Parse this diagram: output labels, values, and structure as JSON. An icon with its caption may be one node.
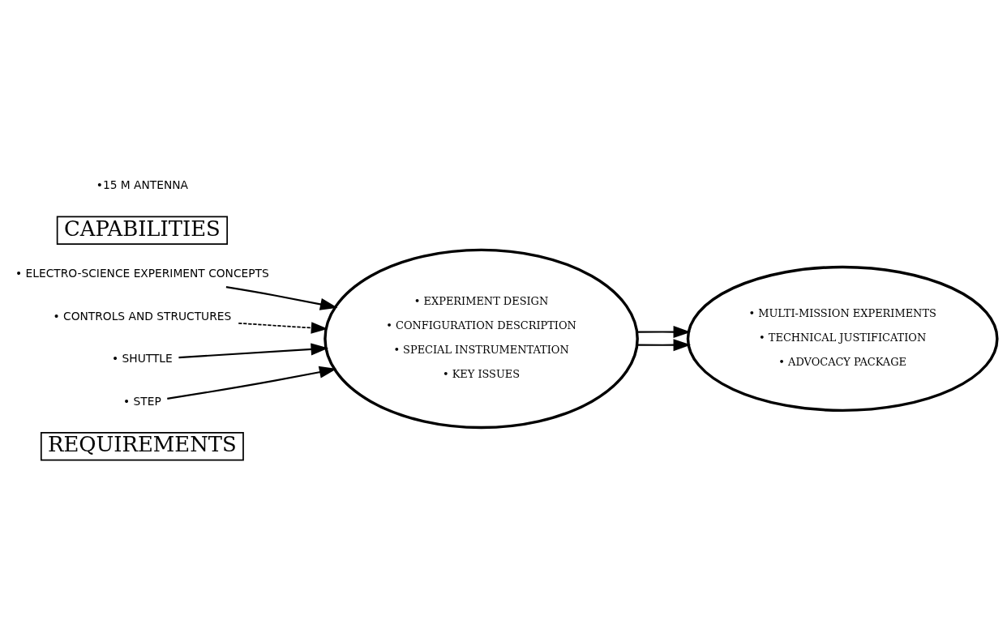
{
  "diagram": {
    "nodes": [
      {
        "text": [
          "REQUIREMENTS"
        ]
      },
      {
        "text": [
          "• ELECTRO-SCIENCE EXPERIMENT CONCEPTS"
        ]
      },
      {
        "text": [
          "• CONTROLS AND STRUCTURES"
        ]
      },
      {
        "text": [
          "CAPABILITIES"
        ]
      },
      {
        "text": [
          "• SHUTTLE"
        ]
      },
      {
        "text": [
          "• STEP"
        ]
      },
      {
        "text": [
          "•15 M ANTENNA"
        ]
      },
      {
        "text": [
          "• EXPERIMENT DESIGN",
          "• CONFIGURATION DESCRIPTION",
          "• SPECIAL INSTRUMENTATION",
          "• KEY ISSUES"
        ]
      },
      {
        "text": [
          "• MULTI-MISSION EXPERIMENTS",
          "• TECHNICAL JUSTIFICATION",
          "• ADVOCACY PACKAGE"
        ]
      }
    ],
    "edges": [
      {
        "from": 1,
        "to": 7,
        "arrow": "to"
      },
      {
        "from": 2,
        "to": 7,
        "arrow": "to",
        "style": "dashed"
      },
      {
        "from": 4,
        "to": 7,
        "arrow": "to"
      },
      {
        "from": 5,
        "to": 7,
        "arrow": "to"
      },
      {
        "from": 7,
        "to": 8,
        "arrow": "to"
      },
      {
        "from": 7,
        "to": 8,
        "arrow": "to"
      }
    ]
  }
}
